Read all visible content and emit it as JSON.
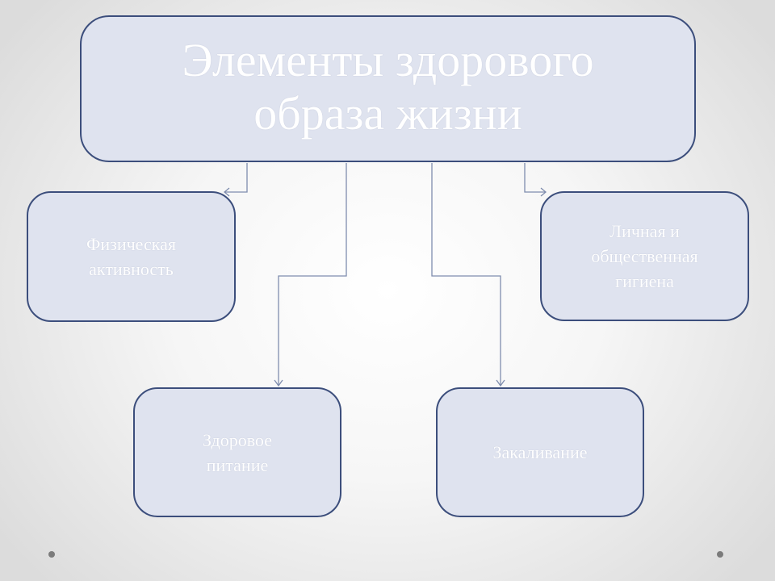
{
  "diagram": {
    "title": "Элементы здорового\nобраза жизни",
    "nodes": {
      "physical_activity": "Физическая\nактивность",
      "hygiene": "Личная и\nобщественная\nгигиена",
      "healthy_nutrition": "Здоровое\nпитание",
      "hardening": "Закаливание"
    },
    "edges": [
      {
        "from": "title",
        "to": "physical_activity"
      },
      {
        "from": "title",
        "to": "hygiene"
      },
      {
        "from": "title",
        "to": "healthy_nutrition"
      },
      {
        "from": "title",
        "to": "hardening"
      }
    ]
  },
  "colors": {
    "box_fill": "#dfe3ef",
    "box_border": "#3c4e7c",
    "text": "#ffffff",
    "connector": "#7f8dae"
  }
}
